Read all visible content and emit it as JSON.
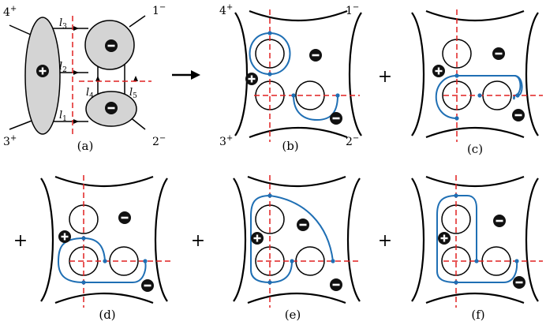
{
  "caption_a": "(a)",
  "caption_b": "(b)",
  "caption_c": "(c)",
  "caption_d": "(d)",
  "caption_e": "(e)",
  "caption_f": "(f)",
  "arrow": "→",
  "plus": "+",
  "plus_sign": "+",
  "minus_sign": "−",
  "legs": {
    "four": "4",
    "four_sup": "+",
    "one": "1",
    "one_sup": "−",
    "three": "3",
    "three_sup": "+",
    "two": "2",
    "two_sup": "−"
  },
  "momenta": {
    "l1": "l",
    "l1_sub": "1",
    "l2": "l",
    "l2_sub": "2",
    "l3": "l",
    "l3_sub": "3",
    "l4": "l",
    "l4_sub": "4",
    "l5": "l",
    "l5_sub": "5"
  },
  "colors": {
    "blue": "#1f6fb4",
    "red": "#e02020",
    "gray": "#d4d4d4"
  }
}
